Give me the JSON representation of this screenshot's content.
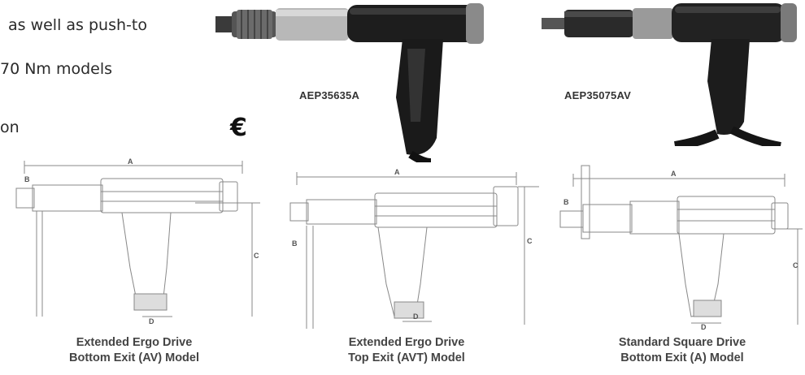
{
  "features": {
    "line1": "as well as push-to",
    "line2": "70 Nm models",
    "line3": "on"
  },
  "marks": {
    "ce": "€"
  },
  "photos": [
    {
      "label": "AEP35635A"
    },
    {
      "label": "AEP35075AV"
    }
  ],
  "drawings": [
    {
      "caption_line1": "Extended Ergo Drive",
      "caption_line2": "Bottom Exit (AV) Model",
      "dim_a": "A",
      "dim_b": "B",
      "dim_c": "C",
      "dim_d": "D"
    },
    {
      "caption_line1": "Extended Ergo Drive",
      "caption_line2": "Top Exit (AVT) Model",
      "dim_a": "A",
      "dim_b": "B",
      "dim_c": "C",
      "dim_d": "D"
    },
    {
      "caption_line1": "Standard Square Drive",
      "caption_line2": "Bottom Exit (A) Model",
      "dim_a": "A",
      "dim_b": "B",
      "dim_c": "C",
      "dim_d": "D"
    }
  ]
}
